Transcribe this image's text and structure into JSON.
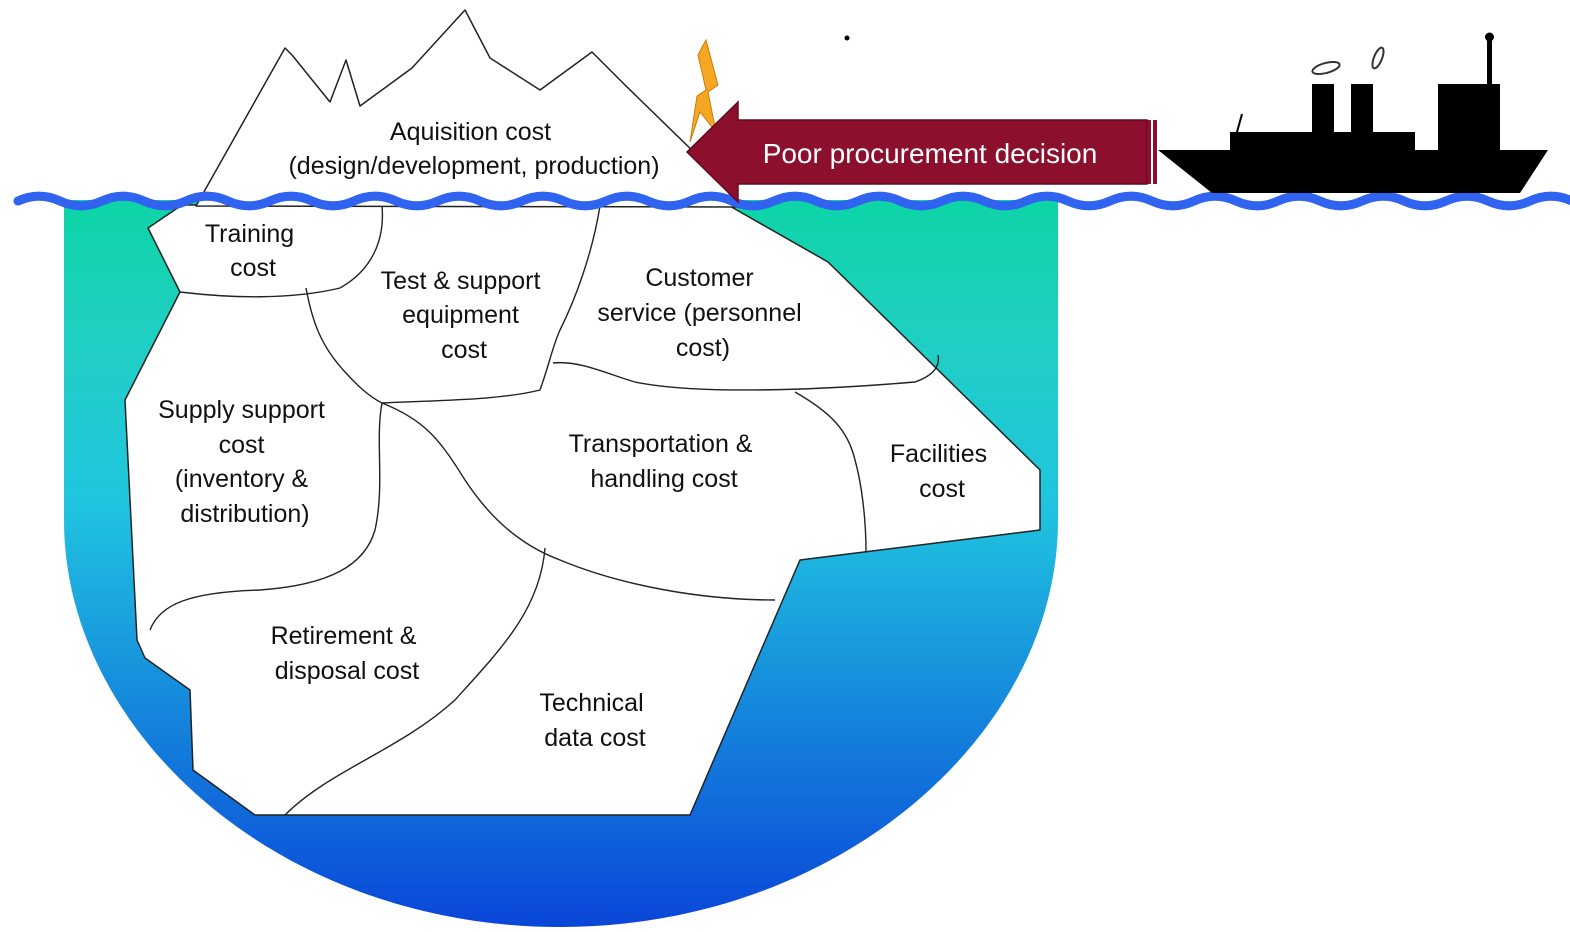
{
  "arrow": {
    "label": "Poor procurement decision",
    "fill_color": "#8c0f2e"
  },
  "tip": {
    "lines": [
      "Aquisition cost",
      "(design/development, production)"
    ]
  },
  "segments": {
    "training": [
      "Training",
      "cost"
    ],
    "test_support": [
      "Test & support",
      "equipment",
      "cost"
    ],
    "customer_service": [
      "Customer",
      "service (personnel",
      "cost)"
    ],
    "supply_support": [
      "Supply support",
      "cost",
      "(inventory &",
      "distribution)"
    ],
    "transportation": [
      "Transportation &",
      "handling cost"
    ],
    "facilities": [
      "Facilities",
      "cost"
    ],
    "retirement": [
      "Retirement &",
      "disposal cost"
    ],
    "technical_data": [
      "Technical",
      "data cost"
    ]
  },
  "colors": {
    "water_top": "#0dd4a6",
    "water_mid": "#20c4e0",
    "water_bottom": "#0a46d8",
    "wave": "#2f63f0",
    "ice": "#ffffff",
    "ice_outline": "#222222",
    "ship": "#000000",
    "lightning": "#f5a623"
  },
  "icons": {
    "ship": "ship-icon",
    "lightning": "lightning-bolt-icon"
  }
}
